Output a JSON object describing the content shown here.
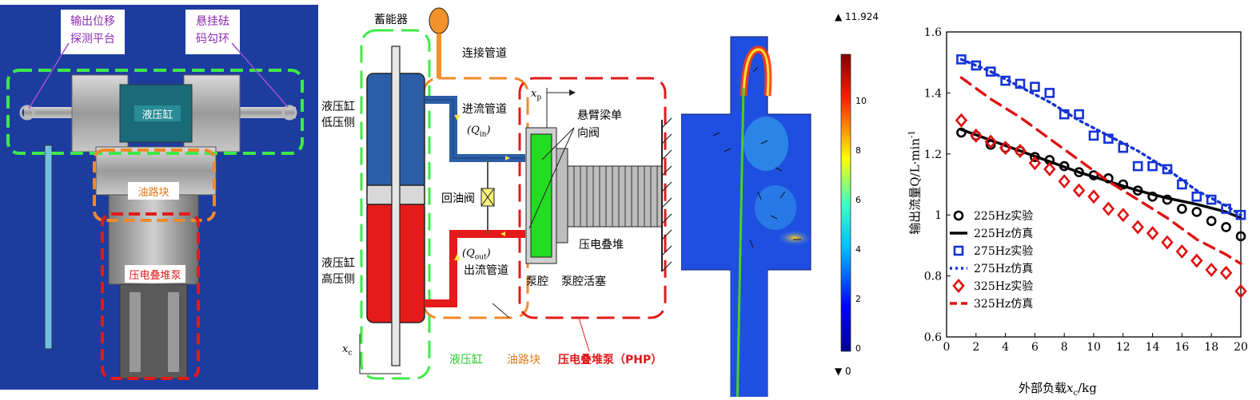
{
  "photo": {
    "label_output_platform": [
      "输出位移",
      "探测平台"
    ],
    "label_weight_ring": [
      "悬挂砝",
      "码勾环"
    ],
    "label_hydraulic_cylinder": "液压缸",
    "label_oil_block": "油路块",
    "label_pump": "压电叠堆泵"
  },
  "schematic": {
    "accumulator": "蓄能器",
    "connect_pipe": "连接管道",
    "cyl_low_side": [
      "液压缸",
      "低压侧"
    ],
    "cyl_high_side": [
      "液压缸",
      "高压侧"
    ],
    "inlet_pipe": "进流管道",
    "q_in": "Q",
    "q_in_sub": "in",
    "q_out": "Q",
    "q_out_sub": "out",
    "outlet_pipe": "出流管道",
    "return_valve": "回油阀",
    "cantilever_valve": [
      "悬臂梁单",
      "向阀"
    ],
    "piezo_stack": "压电叠堆",
    "pump_chamber": "泵腔",
    "pump_piston": "泵腔活塞",
    "xp": "x",
    "xp_sub": "p",
    "xc": "x",
    "xc_sub": "c",
    "legend_cylinder": "液压缸",
    "legend_oil_block": "油路块",
    "legend_php": "压电叠堆泵（PHP）"
  },
  "simulation": {
    "max_label": "▲ 11.924",
    "min_label": "▼ 0",
    "colorbar_ticks": [
      "10",
      "8",
      "6",
      "4",
      "2",
      "0"
    ]
  },
  "chart_data": {
    "type": "scatter",
    "xlabel": "外部负载",
    "xlabel_var": "x",
    "xlabel_sub": "c",
    "xlabel_unit": "/kg",
    "ylabel": "输出流量Q/L·min",
    "ylabel_sup": "-1",
    "xlim": [
      0,
      20
    ],
    "ylim": [
      0.6,
      1.6
    ],
    "xticks": [
      "0",
      "2",
      "4",
      "6",
      "8",
      "10",
      "12",
      "14",
      "16",
      "18",
      "20"
    ],
    "yticks": [
      "0.6",
      "0.8",
      "1",
      "1.2",
      "1.4",
      "1.6"
    ],
    "legend_position": "bottom-left",
    "series": [
      {
        "name": "225Hz实验",
        "kind": "marker",
        "marker": "circle",
        "color": "#000000",
        "x": [
          1,
          2,
          3,
          4,
          5,
          6,
          7,
          8,
          9,
          10,
          11,
          12,
          13,
          14,
          15,
          16,
          17,
          18,
          19,
          20
        ],
        "y": [
          1.27,
          1.26,
          1.23,
          1.22,
          1.21,
          1.19,
          1.18,
          1.16,
          1.14,
          1.13,
          1.12,
          1.1,
          1.08,
          1.06,
          1.05,
          1.02,
          1.01,
          0.98,
          0.96,
          0.93
        ]
      },
      {
        "name": "225Hz仿真",
        "kind": "line",
        "dash": "solid",
        "color": "#000000",
        "x": [
          1,
          3,
          5,
          7,
          9,
          11,
          13,
          15,
          17,
          19,
          20
        ],
        "y": [
          1.28,
          1.245,
          1.21,
          1.175,
          1.14,
          1.11,
          1.08,
          1.055,
          1.035,
          1.01,
          0.99
        ]
      },
      {
        "name": "275Hz实验",
        "kind": "marker",
        "marker": "square",
        "color": "#1433d6",
        "x": [
          1,
          2,
          3,
          4,
          5,
          6,
          7,
          8,
          9,
          10,
          11,
          12,
          13,
          14,
          15,
          16,
          17,
          18,
          19,
          20
        ],
        "y": [
          1.51,
          1.49,
          1.47,
          1.44,
          1.43,
          1.42,
          1.4,
          1.33,
          1.33,
          1.26,
          1.25,
          1.22,
          1.16,
          1.16,
          1.15,
          1.1,
          1.06,
          1.05,
          1.02,
          1.0
        ]
      },
      {
        "name": "275Hz仿真",
        "kind": "line",
        "dash": "dot",
        "color": "#1433d6",
        "x": [
          1,
          3,
          5,
          7,
          9,
          11,
          13,
          15,
          17,
          19,
          20
        ],
        "y": [
          1.51,
          1.47,
          1.42,
          1.37,
          1.31,
          1.26,
          1.21,
          1.15,
          1.08,
          1.03,
          1.0
        ]
      },
      {
        "name": "325Hz实验",
        "kind": "marker",
        "marker": "diamond",
        "color": "#e01010",
        "x": [
          1,
          2,
          3,
          4,
          5,
          6,
          7,
          8,
          9,
          10,
          11,
          12,
          13,
          14,
          15,
          16,
          17,
          18,
          19,
          20
        ],
        "y": [
          1.31,
          1.26,
          1.24,
          1.22,
          1.21,
          1.17,
          1.15,
          1.11,
          1.08,
          1.06,
          1.02,
          1.0,
          0.96,
          0.94,
          0.91,
          0.88,
          0.85,
          0.82,
          0.81,
          0.75
        ]
      },
      {
        "name": "325Hz仿真",
        "kind": "line",
        "dash": "dash",
        "color": "#e01010",
        "x": [
          1,
          3,
          5,
          7,
          9,
          11,
          13,
          15,
          17,
          19,
          20
        ],
        "y": [
          1.45,
          1.38,
          1.32,
          1.25,
          1.18,
          1.11,
          1.05,
          0.99,
          0.92,
          0.87,
          0.84
        ]
      }
    ]
  }
}
